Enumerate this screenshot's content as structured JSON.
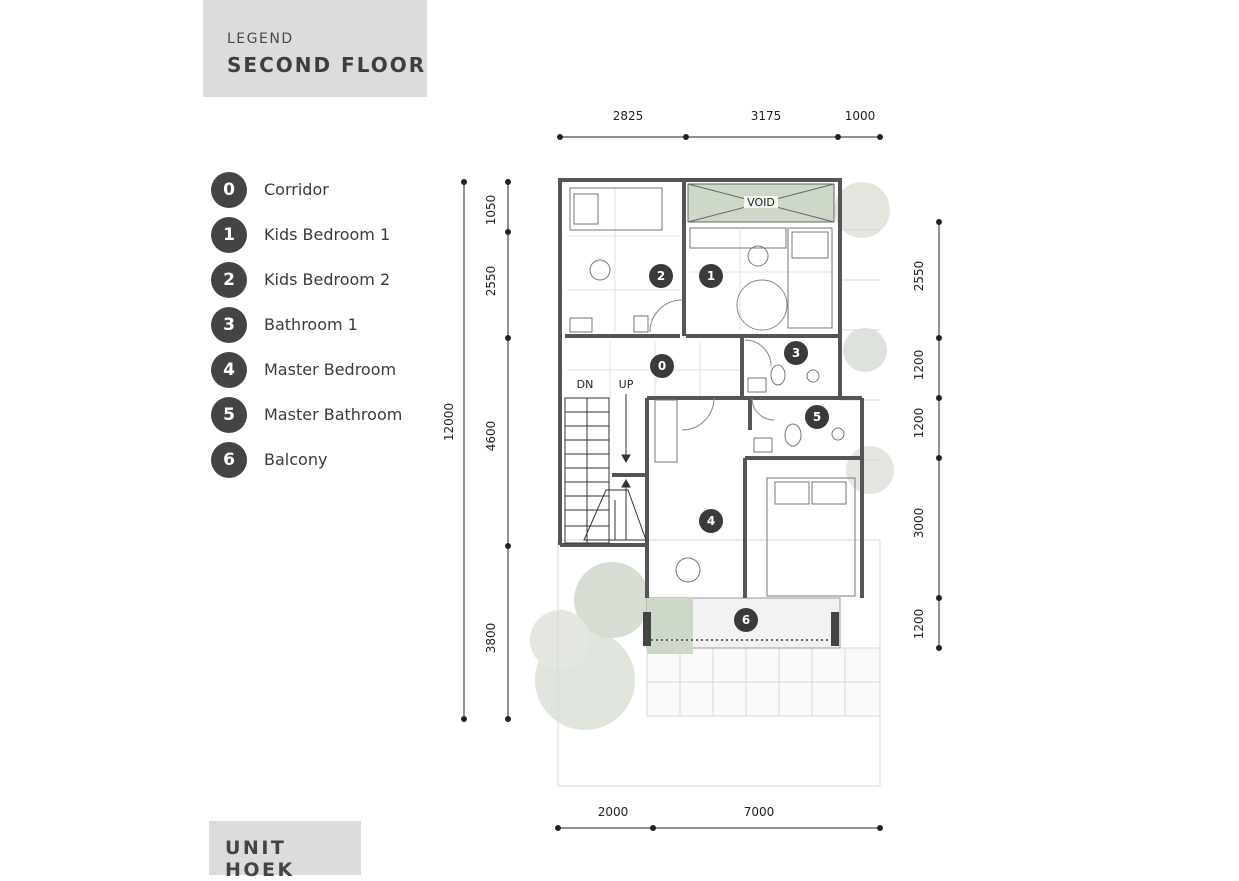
{
  "header": {
    "legend_label": "LEGEND",
    "floor_title": "SECOND FLOOR"
  },
  "legend": [
    {
      "num": "0",
      "label": "Corridor"
    },
    {
      "num": "1",
      "label": "Kids Bedroom 1"
    },
    {
      "num": "2",
      "label": "Kids Bedroom 2"
    },
    {
      "num": "3",
      "label": "Bathroom 1"
    },
    {
      "num": "4",
      "label": "Master Bedroom"
    },
    {
      "num": "5",
      "label": "Master Bathroom"
    },
    {
      "num": "6",
      "label": "Balcony"
    }
  ],
  "unit_label": "UNIT HOEK",
  "dimensions": {
    "top": [
      "2825",
      "3175",
      "1000"
    ],
    "bottom": [
      "2000",
      "7000"
    ],
    "left_total": "12000",
    "left": [
      "1050",
      "2550",
      "4600",
      "3800"
    ],
    "right": [
      "2550",
      "1200",
      "1200",
      "3000",
      "1200"
    ]
  },
  "plan": {
    "room_markers": [
      "2",
      "1",
      "0",
      "3",
      "5",
      "4",
      "6"
    ],
    "stair_dn": "DN",
    "stair_up": "UP",
    "void_label": "VOID"
  },
  "colors": {
    "box_bg": "#dcdcdc",
    "marker": "#444444",
    "wall": "#555555",
    "greenery": "#c9d2c5"
  }
}
